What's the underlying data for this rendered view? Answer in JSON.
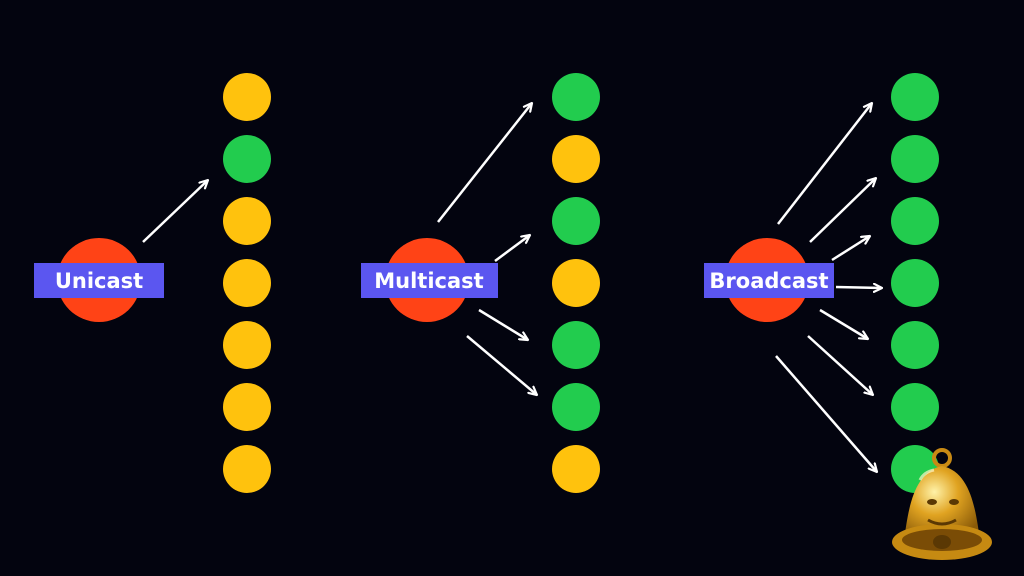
{
  "colors": {
    "background": "#03040f",
    "sender": "#ff4316",
    "label_bg": "#5b56f0",
    "label_text": "#ffffff",
    "receiving": "#22cc4e",
    "idle": "#ffc20d",
    "arrow": "#ffffff"
  },
  "panels": [
    {
      "label": "Unicast",
      "nodes": [
        "idle",
        "receiving",
        "idle",
        "idle",
        "idle",
        "idle",
        "idle"
      ]
    },
    {
      "label": "Multicast",
      "nodes": [
        "receiving",
        "idle",
        "receiving",
        "idle",
        "receiving",
        "receiving",
        "idle"
      ]
    },
    {
      "label": "Broadcast",
      "nodes": [
        "receiving",
        "receiving",
        "receiving",
        "receiving",
        "receiving",
        "receiving",
        "receiving"
      ]
    }
  ],
  "icons": {
    "corner": "bell-icon"
  }
}
